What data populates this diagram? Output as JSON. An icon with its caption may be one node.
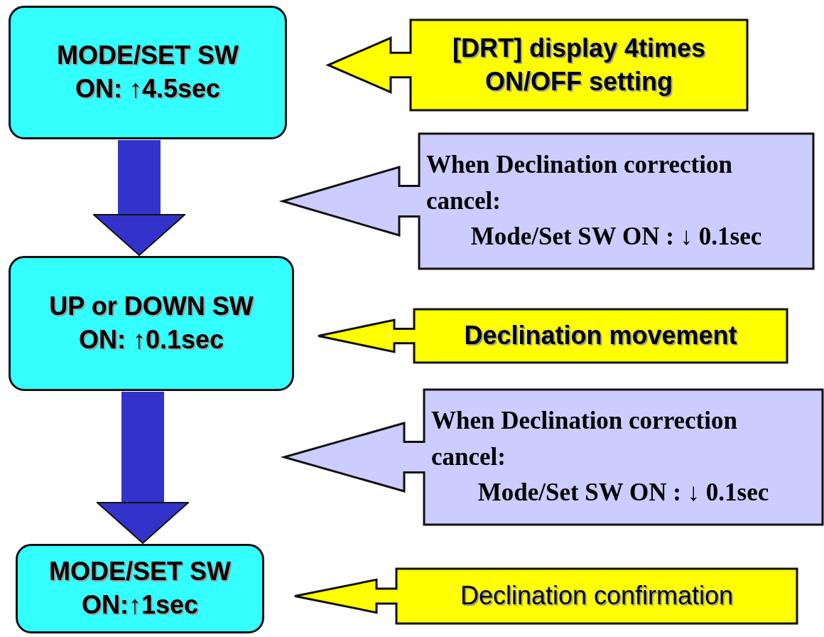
{
  "diagram": {
    "nodes": [
      {
        "text": [
          "MODE/SET SW ON: ↑4.5sec"
        ]
      },
      {
        "text": [
          "[DRT] display 4times ON/OFF setting"
        ]
      },
      {
        "text": [
          "When Declination correction cancel:",
          "Mode/Set SW ON : ↓ 0.1sec"
        ]
      },
      {
        "text": [
          "UP or DOWN SW ON: ↑0.1sec"
        ]
      },
      {
        "text": [
          "Declination movement"
        ]
      },
      {
        "text": [
          "When Declination correction cancel:",
          "Mode/Set SW ON : ↓ 0.1sec"
        ]
      },
      {
        "text": [
          "MODE/SET SW ON:↑1sec"
        ]
      },
      {
        "text": [
          "Declination confirmation"
        ]
      }
    ],
    "edges": [
      {
        "from": 0,
        "to": 3,
        "arrow": "to"
      },
      {
        "from": 3,
        "to": 6,
        "arrow": "to"
      }
    ]
  }
}
